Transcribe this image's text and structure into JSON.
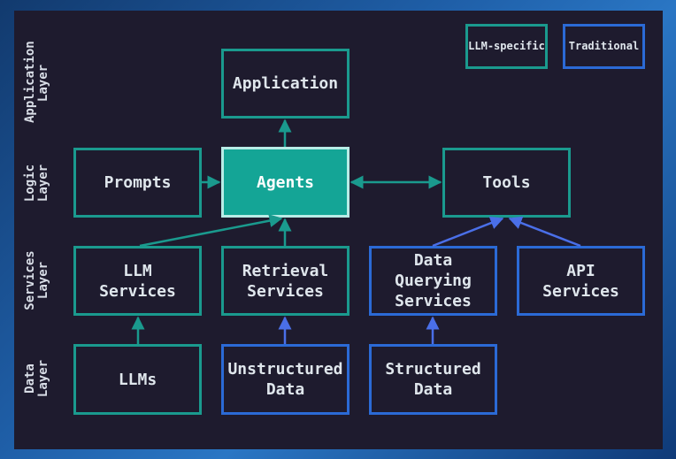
{
  "legend": {
    "llm": "LLM-specific",
    "traditional": "Traditional"
  },
  "layers": {
    "application": "Application\nLayer",
    "logic": "Logic\nLayer",
    "services": "Services\nLayer",
    "data": "Data\nLayer"
  },
  "nodes": {
    "application": "Application",
    "prompts": "Prompts",
    "agents": "Agents",
    "tools": "Tools",
    "llm_services": "LLM\nServices",
    "retrieval_services": "Retrieval\nServices",
    "data_querying_services": "Data\nQuerying\nServices",
    "api_services": "API\nServices",
    "llms": "LLMs",
    "unstructured_data": "Unstructured\nData",
    "structured_data": "Structured\nData"
  },
  "colors": {
    "llm_border": "#1a9a8e",
    "traditional_border": "#2b6ad6",
    "agents_fill": "#14a596",
    "background": "#1e1b2e"
  }
}
